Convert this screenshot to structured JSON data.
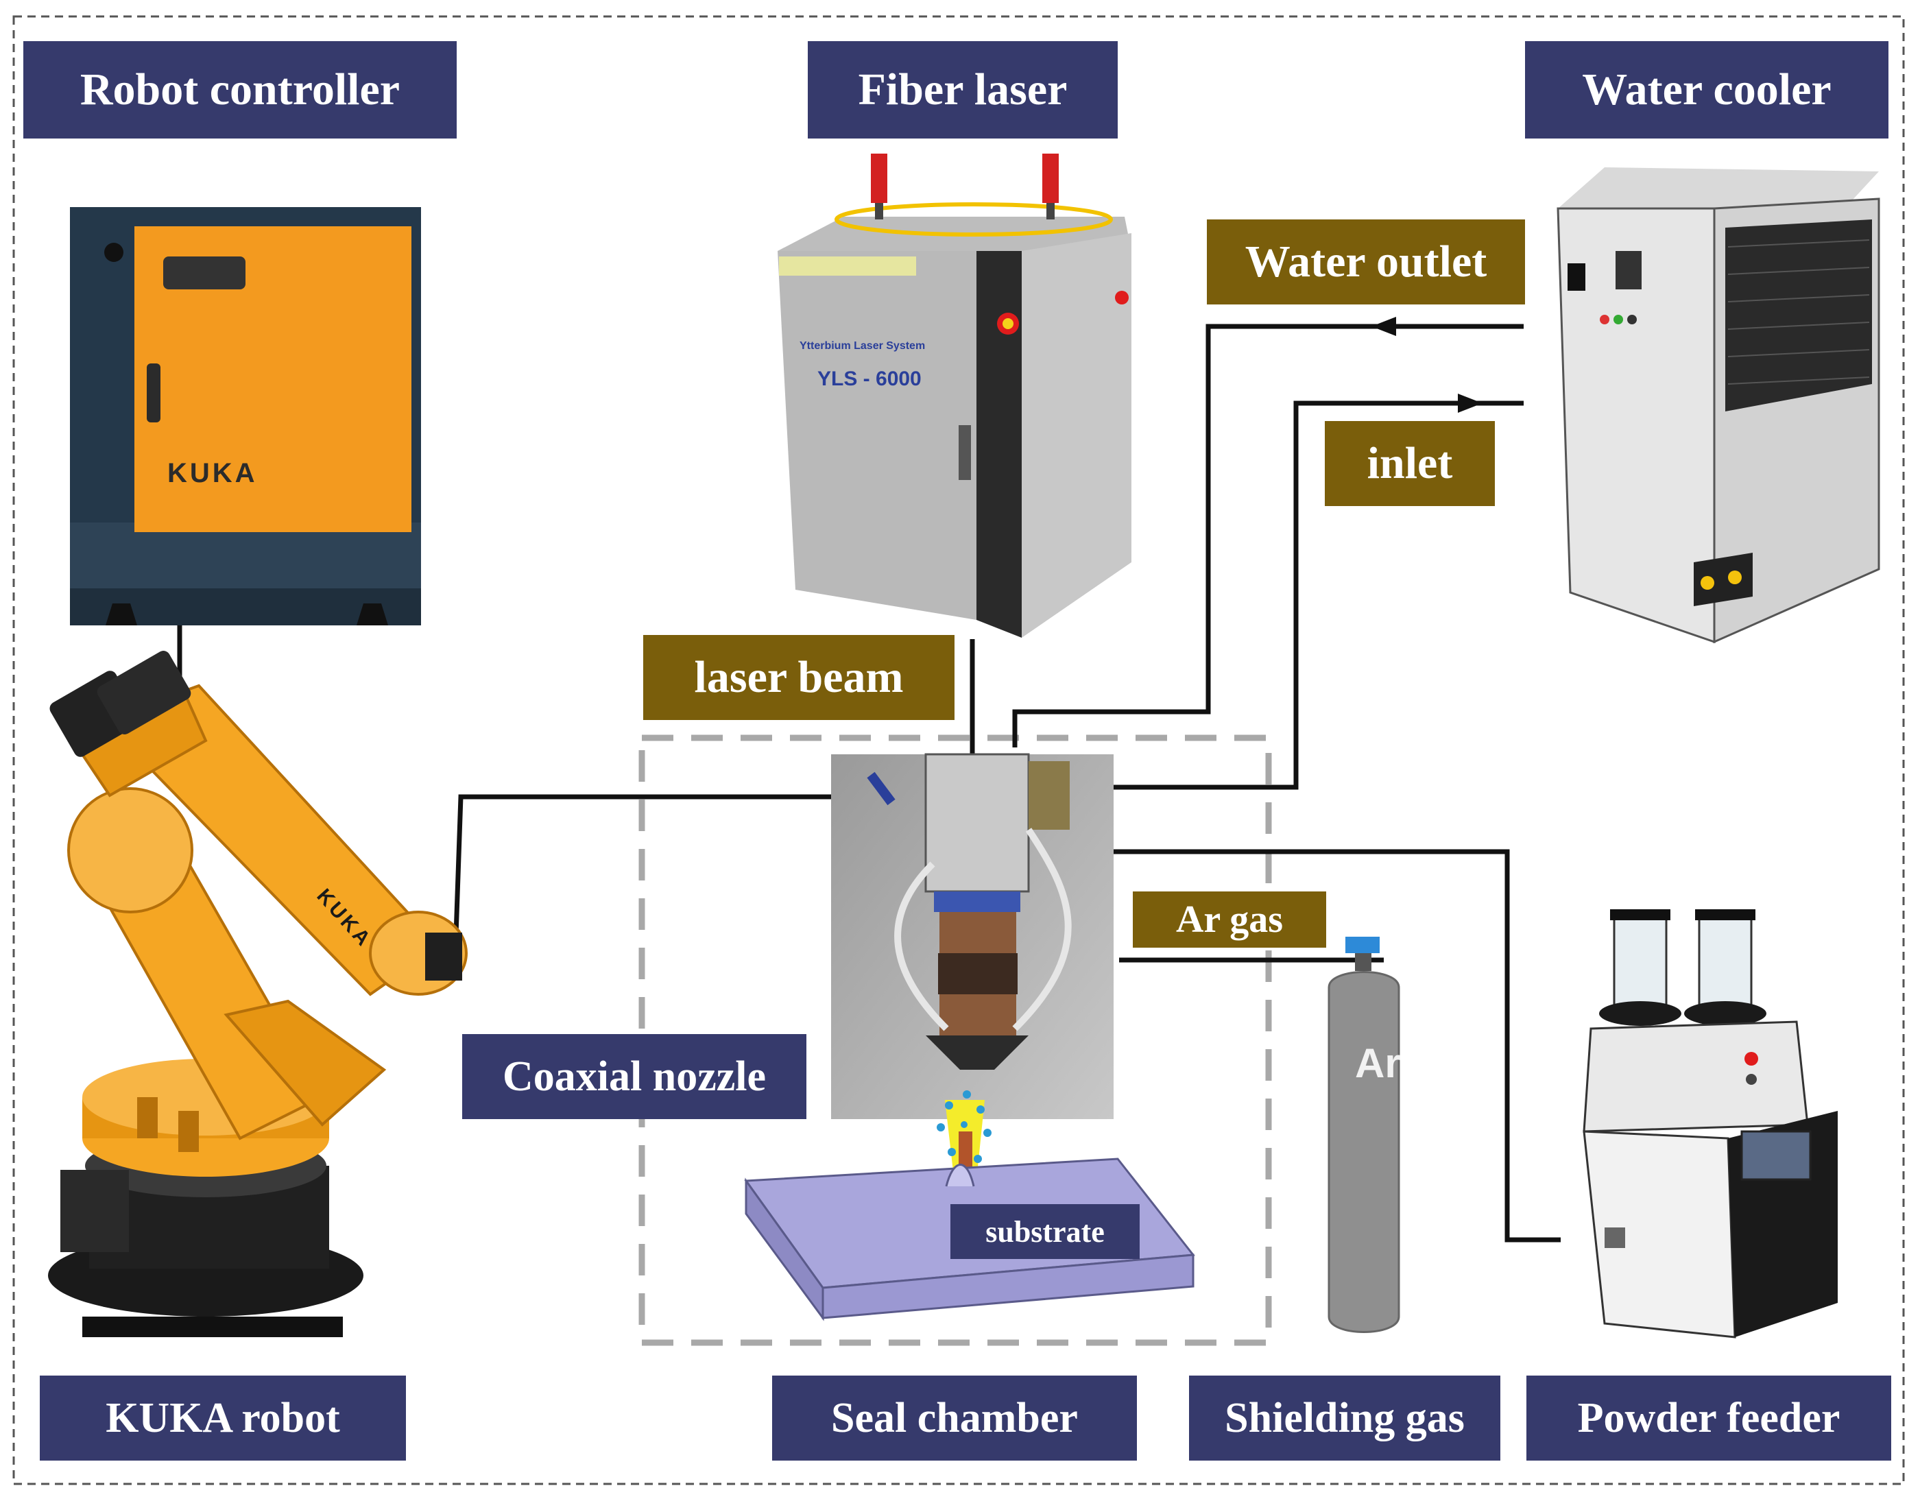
{
  "labels": {
    "robot_controller": "Robot controller",
    "fiber_laser": "Fiber laser",
    "water_cooler": "Water cooler",
    "water_outlet": "Water outlet",
    "inlet": "inlet",
    "laser_beam": "laser beam",
    "ar_gas": "Ar gas",
    "coaxial_nozzle": "Coaxial nozzle",
    "substrate": "substrate",
    "kuka_robot": "KUKA robot",
    "seal_chamber": "Seal chamber",
    "shielding_gas": "Shielding gas",
    "powder_feeder": "Powder feeder"
  },
  "equipment_text": {
    "controller_brand": "KUKA",
    "robot_brand": "KUKA",
    "laser_system": "Ytterbium Laser System",
    "laser_model": "YLS - 6000",
    "cylinder_gas": "Ar"
  },
  "colors": {
    "label_navy": "#363a6c",
    "label_olive": "#7a5e0b",
    "controller_orange": "#f39a1f",
    "robot_orange": "#f5a623",
    "substrate_lavender": "#a9a6dc",
    "cylinder_gray": "#8f8f8f"
  }
}
